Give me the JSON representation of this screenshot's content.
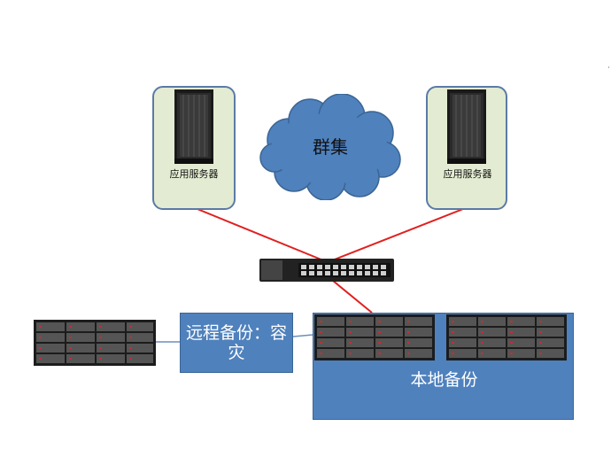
{
  "server_left": {
    "label": "应用服务器"
  },
  "server_right": {
    "label": "应用服务器"
  },
  "cluster": {
    "label": "群集"
  },
  "remote_backup": {
    "label": "远程备份：容灾"
  },
  "local_backup": {
    "label": "本地备份"
  },
  "colors": {
    "card_fill": "#e3ecd2",
    "card_border": "#5b7aa6",
    "cloud_fill": "#4f81bd",
    "box_fill": "#4f81bd",
    "link_red": "#e02020",
    "link_blue": "#6a8fbf"
  },
  "icons": [
    "rack-server-icon",
    "cloud-icon",
    "network-switch-icon",
    "storage-array-icon"
  ]
}
